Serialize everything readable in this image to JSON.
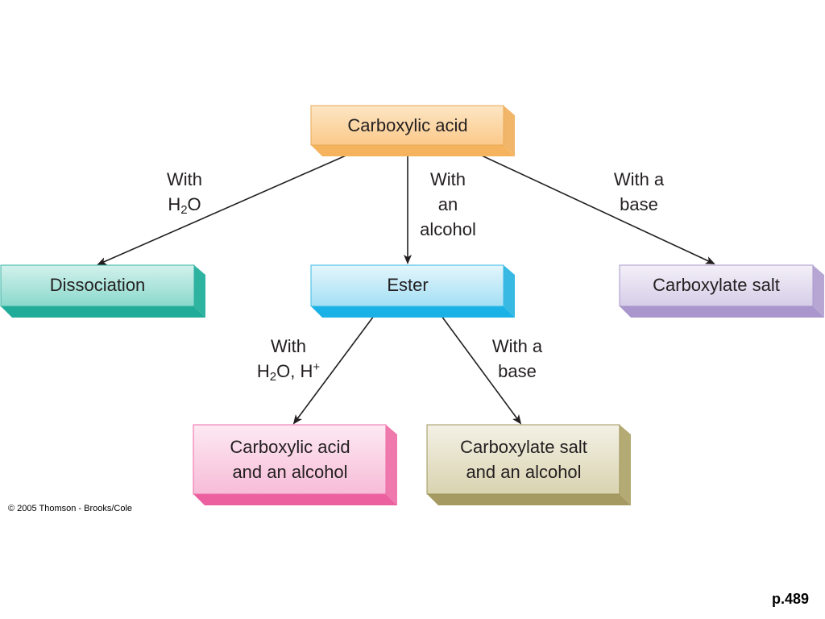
{
  "nodes": {
    "carboxylic_acid": "Carboxylic acid",
    "dissociation": "Dissociation",
    "ester": "Ester",
    "carboxylate_salt": "Carboxylate salt",
    "acid_and_alcohol": [
      "Carboxylic acid",
      "and an alcohol"
    ],
    "salt_and_alcohol": [
      "Carboxylate salt",
      "and an alcohol"
    ]
  },
  "edges": {
    "with_water": {
      "line1": "With",
      "h": "H",
      "sub": "2",
      "o": "O"
    },
    "with_alcohol": [
      "With",
      "an",
      "alcohol"
    ],
    "with_base_top": [
      "With a",
      "base"
    ],
    "with_water_acid": {
      "line1": "With",
      "h": "H",
      "sub": "2",
      "rest": "O, H",
      "sup": "+"
    },
    "with_base_bottom": [
      "With a",
      "base"
    ]
  },
  "colors": {
    "carboxylic_acid": "#fcd49c",
    "dissociation": "#9fe0d6",
    "ester": "#bde8f7",
    "carboxylate_salt": "#e2dcef",
    "acid_and_alcohol": "#fbd4e6",
    "salt_and_alcohol": "#e6e2cb"
  },
  "footer": {
    "copyright": "© 2005 Thomson - Brooks/Cole",
    "page": "p.489"
  }
}
